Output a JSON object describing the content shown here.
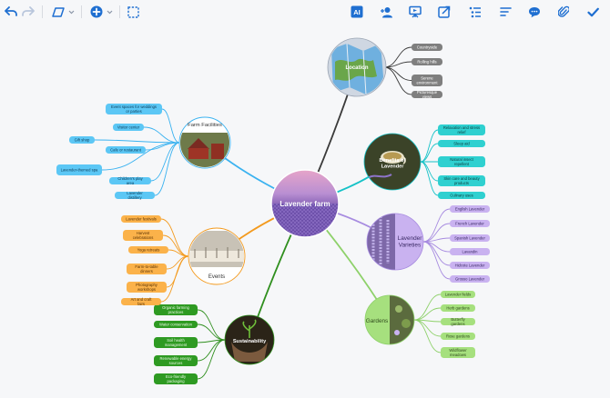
{
  "toolbar": {
    "left": [
      "undo-icon",
      "redo-icon",
      "shape-icon",
      "chevron-down-icon",
      "add-icon",
      "chevron-down-icon",
      "select-icon"
    ],
    "right": [
      "ai-icon",
      "add-user-icon",
      "presentation-icon",
      "share-icon",
      "outline-icon",
      "notes-icon",
      "comment-icon",
      "attachment-icon",
      "check-icon"
    ],
    "ai_label": "AI",
    "accent": "#1f6fd1"
  },
  "central": {
    "label": "Lavender farm"
  },
  "branches": [
    {
      "key": "location",
      "label": "Location",
      "color": "#3a3a3a",
      "pill_fill": "#7f7f7f",
      "pill_text": "#ffffff",
      "children": [
        "Countryside",
        "Rolling hills",
        "Serene environment",
        "Picturesque views"
      ]
    },
    {
      "key": "benefits",
      "label": "Benefits of Lavender",
      "color": "#15c2c7",
      "pill_fill": "#2fd0d0",
      "pill_text": "#0b3b3d",
      "children": [
        "Relaxation and stress relief",
        "Sleep aid",
        "Natural insect repellent",
        "Skin care and beauty products",
        "Culinary uses"
      ]
    },
    {
      "key": "varieties",
      "label": "Lavender Varieties",
      "color": "#a78be0",
      "pill_fill": "#c9b2f0",
      "pill_text": "#3b2a66",
      "children": [
        "English Lavender",
        "French Lavender",
        "Spanish Lavender",
        "Lavandin",
        "Hidcote Lavender",
        "Grosso Lavender"
      ]
    },
    {
      "key": "gardens",
      "label": "Gardens",
      "color": "#8ed16a",
      "pill_fill": "#a6e07e",
      "pill_text": "#2f4a1c",
      "children": [
        "Lavender fields",
        "Herb gardens",
        "Butterfly gardens",
        "Rose gardens",
        "Wildflower meadows"
      ]
    },
    {
      "key": "sustainability",
      "label": "Sustainability",
      "color": "#2f8f1e",
      "pill_fill": "#2e9a22",
      "pill_text": "#e9f7e4",
      "children": [
        "Organic farming practices",
        "Water conservation",
        "Soil health management",
        "Renewable energy sources",
        "Eco-friendly packaging"
      ]
    },
    {
      "key": "events",
      "label": "Events",
      "color": "#f39a1e",
      "pill_fill": "#fbb24a",
      "pill_text": "#5a3305",
      "children": [
        "Lavender festivals",
        "Harvest celebrations",
        "Yoga retreats",
        "Farm-to-table dinners",
        "Photography workshops",
        "Art and craft fairs"
      ]
    },
    {
      "key": "facilities",
      "label": "Farm Facilities",
      "color": "#3ab2f0",
      "pill_fill": "#5cc7f5",
      "pill_text": "#0b3b58",
      "children": [
        "Event spaces for weddings or parties",
        "Visitor center",
        "Gift shop",
        "Cafe or restaurant",
        "Lavender-themed spa",
        "Children's play area",
        "Lavender distillery"
      ]
    }
  ]
}
